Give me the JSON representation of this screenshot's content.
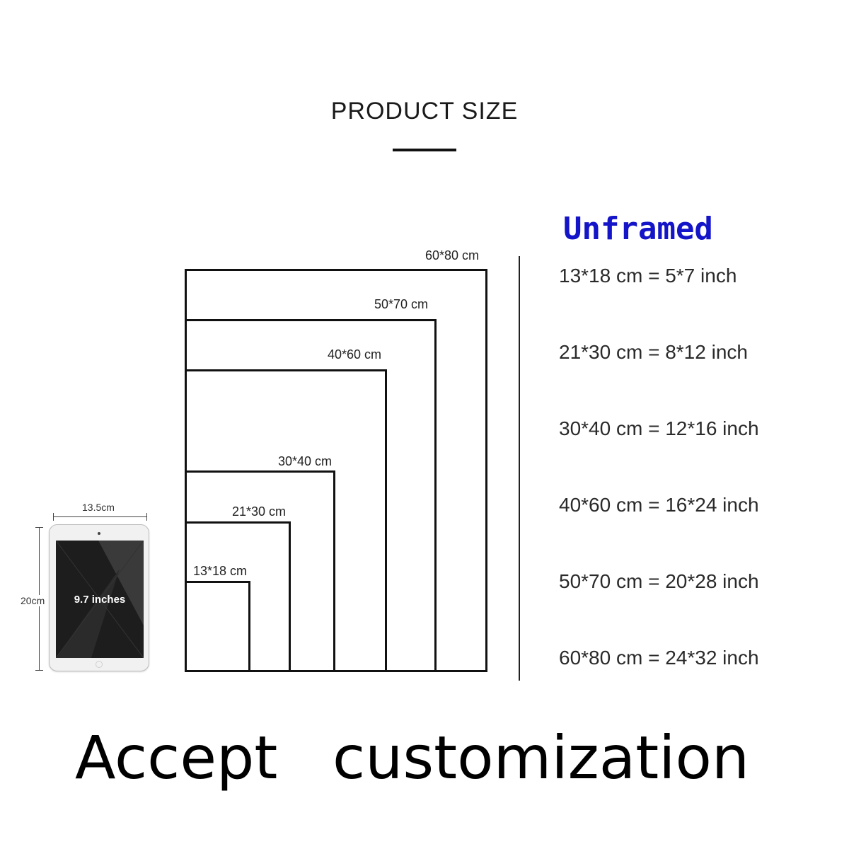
{
  "header": {
    "title": "PRODUCT SIZE"
  },
  "frames": {
    "s60x80": "60*80 cm",
    "s50x70": "50*70 cm",
    "s40x60": "40*60 cm",
    "s30x40": "30*40 cm",
    "s21x30": "21*30 cm",
    "s13x18": "13*18 cm"
  },
  "tablet": {
    "width_label": "13.5cm",
    "height_label": "20cm",
    "screen_label": "9.7 inches"
  },
  "size_list": {
    "heading": "Unframed",
    "items": [
      "13*18 cm = 5*7 inch",
      "21*30 cm = 8*12 inch",
      "30*40 cm = 12*16 inch",
      "40*60 cm = 16*24 inch",
      "50*70 cm = 20*28 inch",
      "60*80 cm = 24*32 inch"
    ]
  },
  "footer": {
    "word1": "Accept",
    "word2": "customization"
  },
  "colors": {
    "heading_blue": "#1414c8",
    "line": "#111111"
  }
}
